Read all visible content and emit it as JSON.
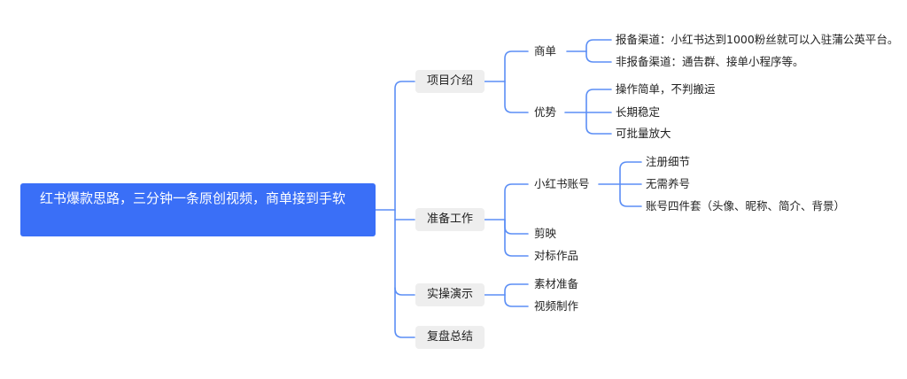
{
  "root": {
    "label": "红书爆款思路，三分钟一条原创视频，商单接到手软"
  },
  "level1": [
    {
      "label": "项目介绍"
    },
    {
      "label": "准备工作"
    },
    {
      "label": "实操演示"
    },
    {
      "label": "复盘总结"
    }
  ],
  "level2": {
    "intro": [
      {
        "label": "商单"
      },
      {
        "label": "优势"
      }
    ],
    "prep": [
      {
        "label": "小红书账号"
      },
      {
        "label": "剪映"
      },
      {
        "label": "对标作品"
      }
    ],
    "demo": [
      {
        "label": "素材准备"
      },
      {
        "label": "视频制作"
      }
    ]
  },
  "level3": {
    "deals": [
      {
        "label": "报备渠道：小红书达到1000粉丝就可以入驻蒲公英平台。"
      },
      {
        "label": "非报备渠道：通告群、接单小程序等。"
      }
    ],
    "advantages": [
      {
        "label": "操作简单，不判搬运"
      },
      {
        "label": "长期稳定"
      },
      {
        "label": "可批量放大"
      }
    ],
    "account": [
      {
        "label": "注册细节"
      },
      {
        "label": "无需养号"
      },
      {
        "label": "账号四件套（头像、昵称、简介、背景）"
      }
    ]
  },
  "colors": {
    "accent": "#3a6ff7",
    "connector": "#5b8ef5",
    "box": "#eeeeee"
  }
}
